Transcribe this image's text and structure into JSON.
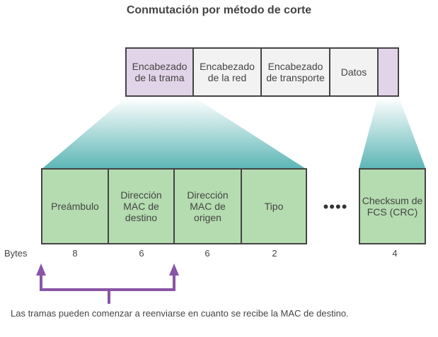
{
  "title": "Conmutación por método de corte",
  "top_frame": [
    {
      "label": "Encabezado\nde la trama",
      "highlight": true
    },
    {
      "label": "Encabezado\nde la red",
      "highlight": false
    },
    {
      "label": "Encabezado\nde transporte",
      "highlight": false
    },
    {
      "label": "Datos",
      "highlight": false
    },
    {
      "label": "",
      "highlight": true
    }
  ],
  "header_fields": [
    {
      "label": "Preámbulo",
      "bytes": "8"
    },
    {
      "label": "Dirección\nMAC de\ndestino",
      "bytes": "6"
    },
    {
      "label": "Dirección\nMAC de\norigen",
      "bytes": "6"
    },
    {
      "label": "Tipo",
      "bytes": "2"
    }
  ],
  "ellipsis": "••••",
  "trailer_field": {
    "label": "Checksum de\nFCS (CRC)",
    "bytes": "4"
  },
  "bytes_label": "Bytes",
  "caption": "Las tramas pueden comenzar a reenviarse en cuanto se recibe la MAC de destino.",
  "colors": {
    "highlight": "#e2d4e8",
    "field_green": "#b5dcb0",
    "teal": "#5bb5b5",
    "arrow_purple": "#8a55a6"
  }
}
